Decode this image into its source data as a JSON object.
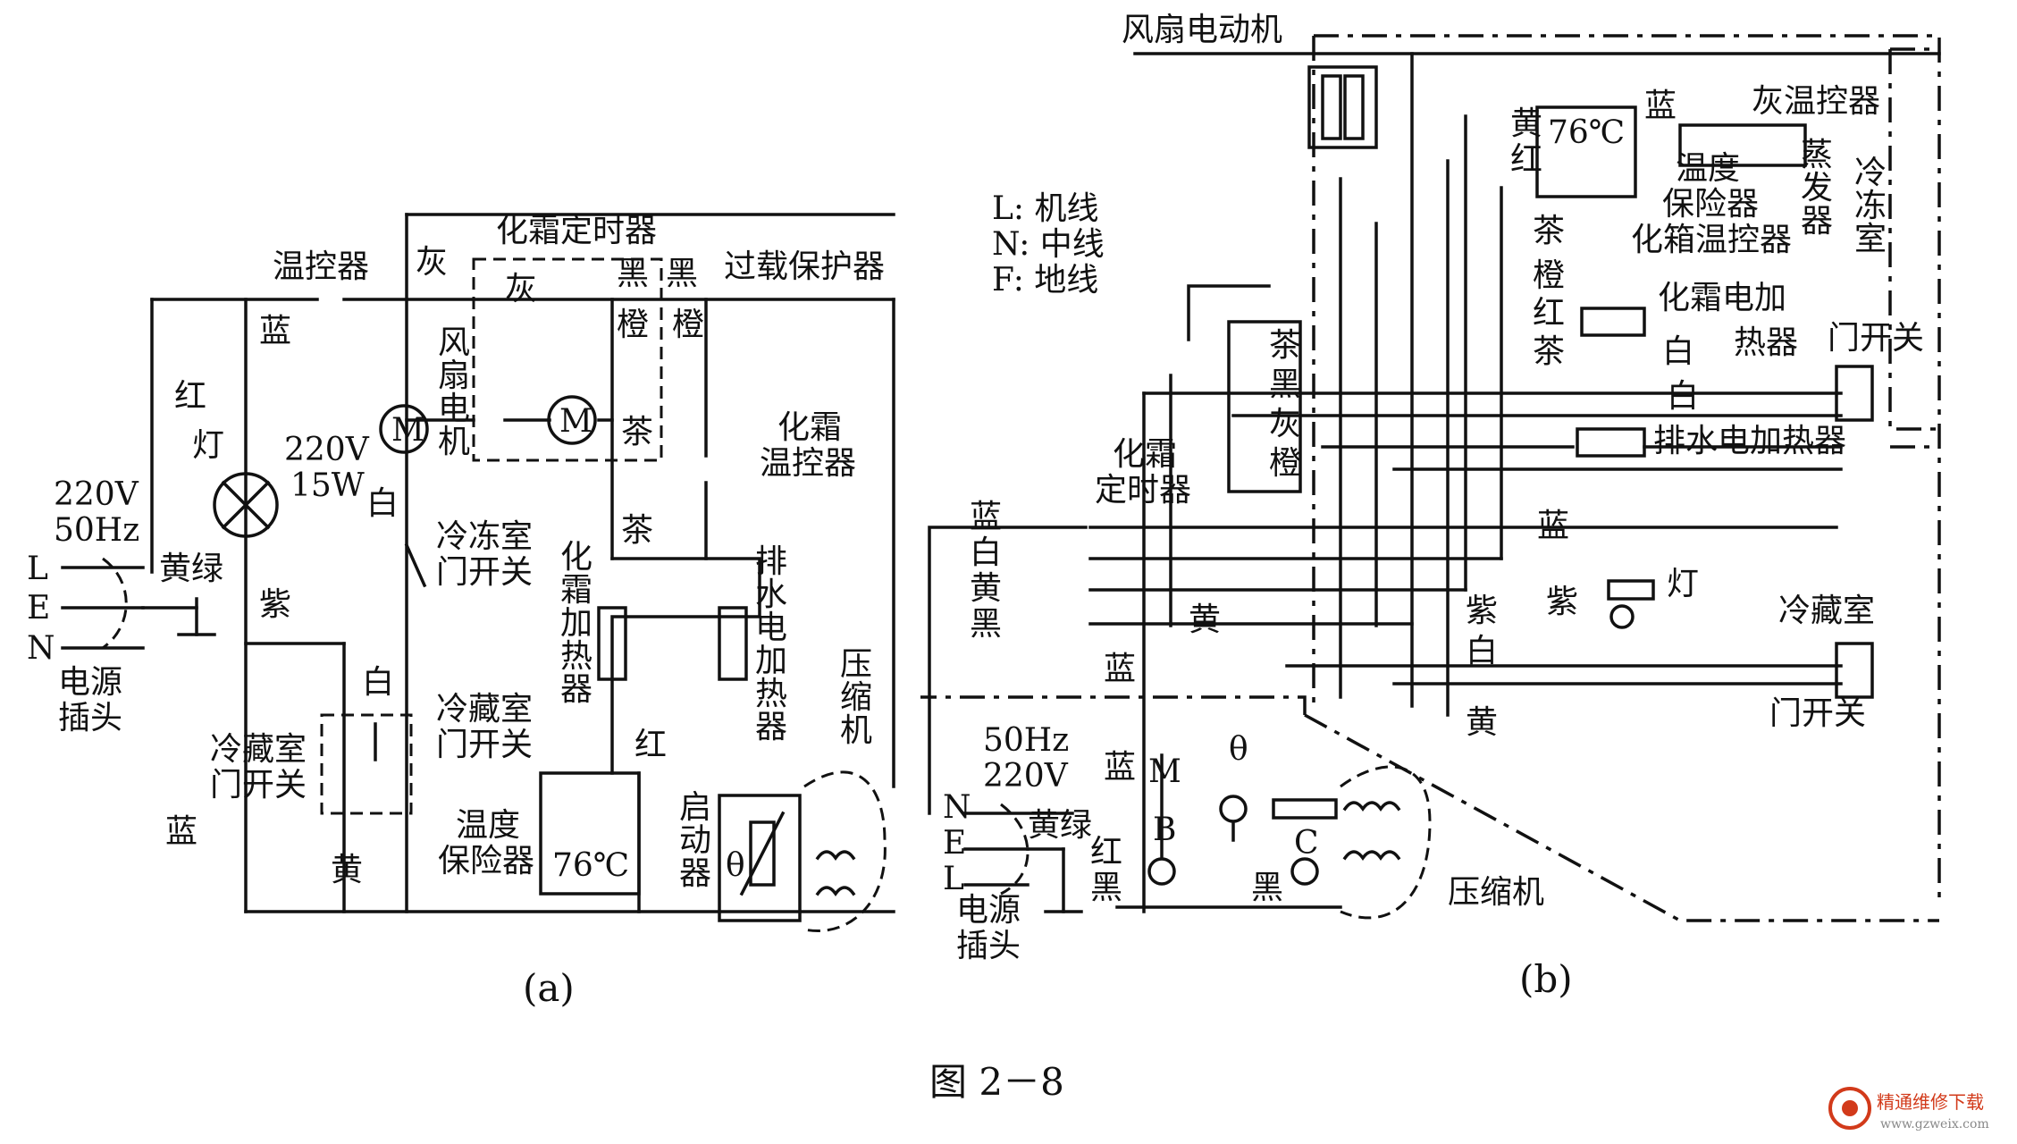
{
  "figure_title": "图 2－8",
  "panel_a": {
    "caption": "(a)",
    "thermostat": "温控器",
    "defrost_timer": "化霜定时器",
    "overload_protector": "过载保护器",
    "gray1": "灰",
    "gray2": "灰",
    "black1": "黑",
    "black2": "黑",
    "orange1": "橙",
    "orange2": "橙",
    "blue_top": "蓝",
    "red": "红",
    "lamp": "灯",
    "lamp_rating_v": "220V",
    "lamp_rating_w": "15W",
    "fan_motor_v": [
      "风",
      "扇",
      "电",
      "机"
    ],
    "motor_symbol": "M",
    "white1": "白",
    "white2": "白",
    "brown1": "茶",
    "brown2": "茶",
    "defrost_thermostat": "化霜",
    "defrost_thermostat_2": "温控器",
    "mains_voltage": "220V",
    "mains_freq": "50Hz",
    "L": "L",
    "E": "E",
    "N": "N",
    "yellow_green": "黄绿",
    "purple": "紫",
    "freezer_door_switch_1": "冷冻室",
    "freezer_door_switch_2": "门开关",
    "plug_1": "电源",
    "plug_2": "插头",
    "defrost_heater_v": [
      "化",
      "霜",
      "加",
      "热",
      "器"
    ],
    "drain_heater_v": [
      "排",
      "水",
      "电",
      "加",
      "热",
      "器"
    ],
    "compressor_v": [
      "压",
      "缩",
      "机"
    ],
    "fridge_door_switch_1": "冷藏室",
    "fridge_door_switch_2": "门开关",
    "fridge_door_switch_left_1": "冷藏室",
    "fridge_door_switch_left_2": "门开关",
    "red2": "红",
    "blue_bottom": "蓝",
    "yellow": "黄",
    "thermal_fuse_1": "温度",
    "thermal_fuse_2": "保险器",
    "fuse_temp": "76℃",
    "starter_v": [
      "启",
      "动",
      "器"
    ],
    "theta": "θ"
  },
  "panel_b": {
    "caption": "(b)",
    "fan_motor": "风扇电动机",
    "legend_L": "L: 机线",
    "legend_N": "N: 中线",
    "legend_F": "F: 地线",
    "yellow": "黄",
    "red": "红",
    "blue": "蓝",
    "gray_thermostat": "灰温控器",
    "fuse_temp": "76℃",
    "thermal_fuse_1": "温度",
    "thermal_fuse_2": "保险器",
    "evaporator_v": [
      "蒸",
      "发",
      "器"
    ],
    "freezer_v": [
      "冷",
      "冻",
      "室"
    ],
    "brown": "茶",
    "orange": "橙",
    "red2": "红",
    "brown2": "茶",
    "defrost_box_thermostat": "化箱温控器",
    "defrost_heater_1": "化霜电加",
    "defrost_heater_2": "热器",
    "white": "白",
    "white2": "白",
    "door_switch": "门开关",
    "timer_1": "化霜",
    "timer_2": "定时器",
    "timer_pins": [
      "茶",
      "黑",
      "灰",
      "橙"
    ],
    "drain_heater": "排水电加热器",
    "plug_colors": [
      "蓝",
      "白",
      "黄",
      "黑"
    ],
    "blue_lamp": "蓝",
    "purple_lamp": "紫",
    "lamp": "灯",
    "yellow_wire": "黄",
    "purple": "紫",
    "white3": "白",
    "fridge": "冷藏室",
    "blue_v1": "蓝",
    "blue_v2": "蓝",
    "door_switch2": "门开关",
    "yellow2": "黄",
    "freq": "50Hz",
    "volt": "220V",
    "M": "M",
    "B": "B",
    "C": "C",
    "theta": "θ",
    "N": "N",
    "E": "E",
    "L": "L",
    "yellow_green": "黄绿",
    "red3": "红",
    "black": "黑",
    "black2": "黑",
    "compressor": "压缩机",
    "plug_1": "电源",
    "plug_2": "插头"
  },
  "watermark": {
    "name": "精通维修下载",
    "url": "www.gzweix.com"
  }
}
